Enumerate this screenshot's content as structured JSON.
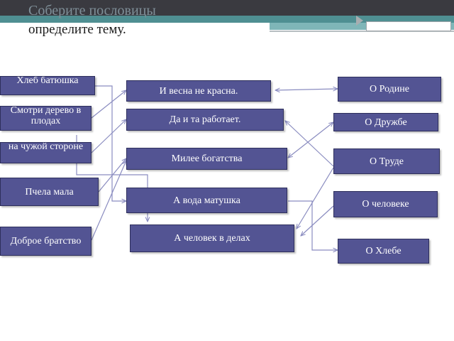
{
  "slide": {
    "title_top": "Соберите пословицы",
    "title_bottom": "определите тему."
  },
  "left_column": [
    "Хлеб батюшка",
    "Смотри дерево в плодах",
    "на чужой стороне",
    "Пчела мала",
    "Доброе братство"
  ],
  "middle_column": [
    "И весна не красна.",
    "Да и та работает.",
    "Милее богатства",
    "А вода матушка",
    "А человек в делах"
  ],
  "right_column": [
    "О Родине",
    "О Дружбе",
    "О Труде",
    "О человеке",
    "О Хлебе"
  ],
  "colors": {
    "box_fill": "#535493",
    "connector": "#8a8cc0",
    "top_bar": "#3a3a40",
    "accent_teal": "#4f8f92"
  }
}
